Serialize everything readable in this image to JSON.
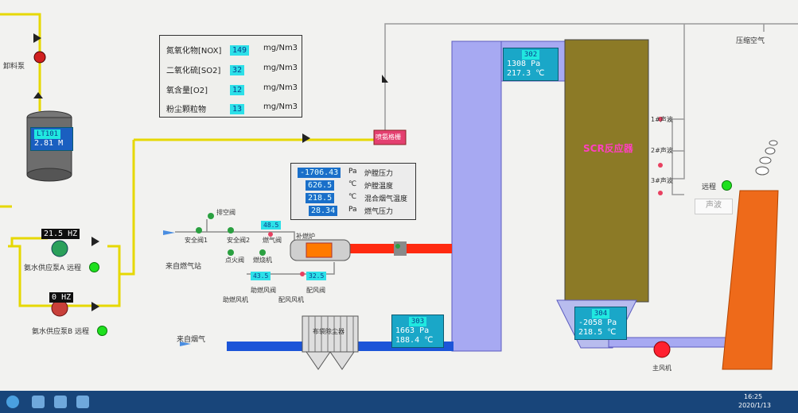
{
  "emissions": {
    "rows": [
      {
        "label": "氮氧化物[NOX]",
        "value": "149",
        "unit": "mg/Nm3"
      },
      {
        "label": "二氧化硫[SO2]",
        "value": "32",
        "unit": "mg/Nm3"
      },
      {
        "label": "氧含量[O2]",
        "value": "12",
        "unit": "mg/Nm3"
      },
      {
        "label": "粉尘颗粒物",
        "value": "13",
        "unit": "mg/Nm3"
      }
    ]
  },
  "tank": {
    "tag": "LT101",
    "value": "2.81",
    "unit": "M"
  },
  "labels": {
    "unload_pump": "卸料泵",
    "compressed_air": "压缩空气",
    "scr": "SCR反应器",
    "vent_valve": "排空阀",
    "safety_valve1": "安全阀1",
    "safety_valve2": "安全阀2",
    "gas_valve": "燃气阀",
    "from_gas_station": "来自燃气站",
    "ignition_valve": "点火阀",
    "burner": "燃烧机",
    "supplement_furnace": "补燃炉",
    "aux_fan": "助燃风机",
    "aux_damper": "助燃风阀",
    "mix_fan": "配风风机",
    "mix_damper": "配风阀",
    "from_flue_gas": "来自烟气",
    "dust_collector": "布袋除尘器",
    "main_fan": "主风机",
    "pump_a": "氨水供应泵A 远程",
    "pump_b": "氨水供应泵B 远程",
    "remote": "远程",
    "alarm_btn": "声波",
    "spray_grid": "喷氨格栅",
    "horn1": "1#声波",
    "horn2": "2#声波",
    "horn3": "3#声波"
  },
  "furnace_panel": {
    "rows": [
      {
        "value": "-1706.43",
        "unit": "Pa",
        "label": "炉膛压力"
      },
      {
        "value": "626.5",
        "unit": "℃",
        "label": "炉膛温度"
      },
      {
        "value": "218.5",
        "unit": "℃",
        "label": "混合烟气温度"
      },
      {
        "value": "28.34",
        "unit": "Pa",
        "label": "燃气压力"
      }
    ]
  },
  "readouts": {
    "top": {
      "tag": "302",
      "pressure": "1308",
      "p_unit": "Pa",
      "temp": "217.3",
      "t_unit": "℃"
    },
    "mid": {
      "tag": "303",
      "pressure": "1663",
      "p_unit": "Pa",
      "temp": "188.4",
      "t_unit": "℃"
    },
    "bottom": {
      "tag": "304",
      "pressure": "-2058",
      "p_unit": "Pa",
      "temp": "218.5",
      "t_unit": "℃"
    }
  },
  "pump_values": {
    "a": "21.5",
    "a_unit": "HZ",
    "b": "0",
    "b_unit": "HZ"
  },
  "fan_values": {
    "aux": "43.5",
    "mix": "32.5",
    "gas": "48.5"
  },
  "taskbar": {
    "time": "16:25",
    "date": "2020/1/13"
  }
}
